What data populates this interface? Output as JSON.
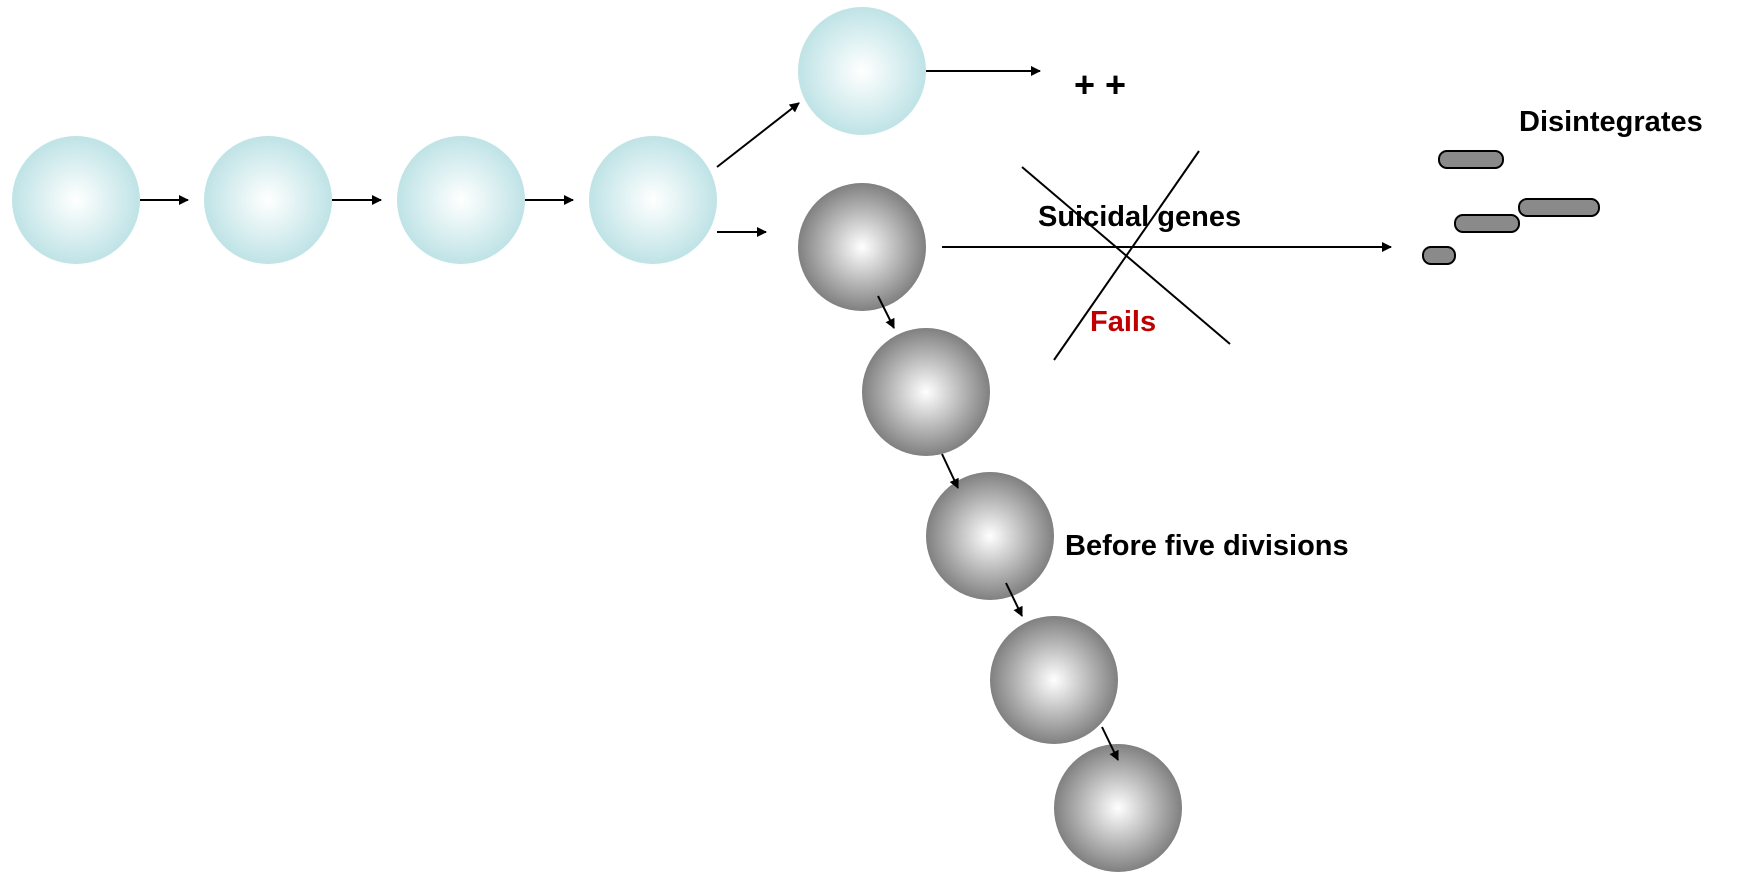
{
  "diagram": {
    "labels": {
      "plus_signs": "+ +",
      "disintegrates": "Disintegrates",
      "suicidal_genes": "Suicidal genes",
      "fails": "Fails",
      "before_five_divisions": "Before five divisions"
    },
    "colors": {
      "healthy_cell_center": "#ffffff",
      "healthy_cell_edge": "#bfe3e6",
      "abnormal_cell_center": "#ffffff",
      "abnormal_cell_edge": "#808080",
      "fragment_fill": "#8a8a8a",
      "fails_text": "#c00000",
      "line": "#000000"
    }
  }
}
